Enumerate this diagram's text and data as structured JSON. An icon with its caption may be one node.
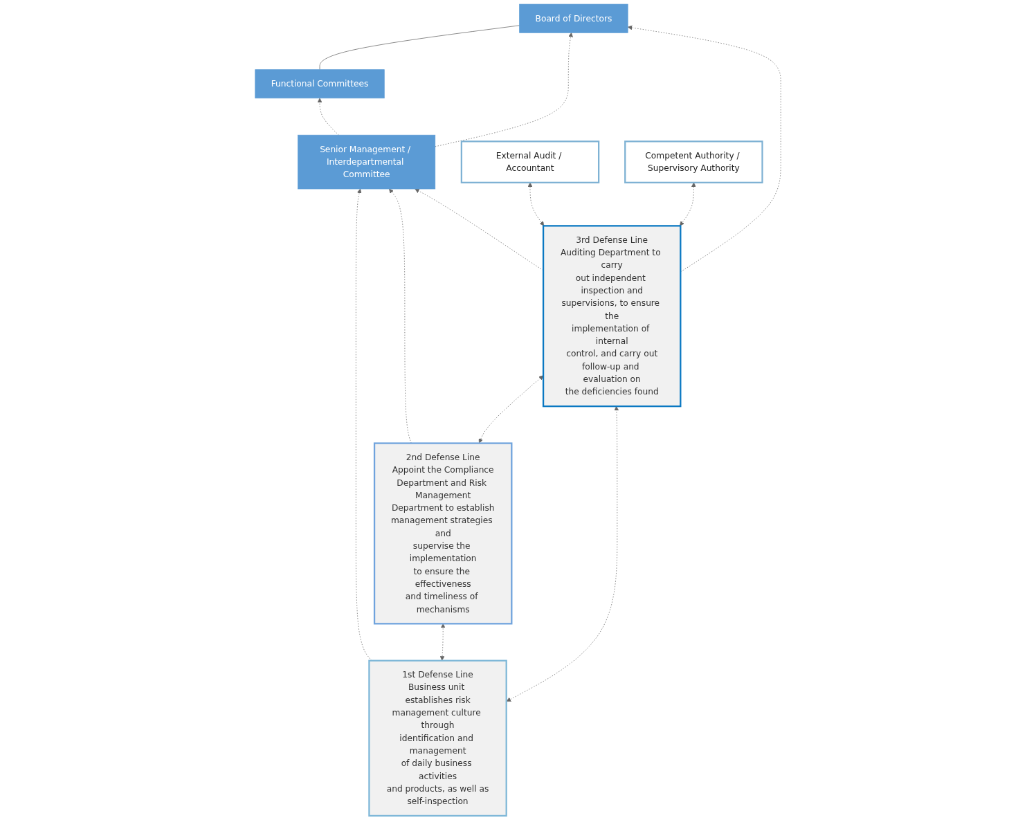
{
  "diagram": {
    "nodes": [
      {
        "text": [
          "Functional Committees"
        ]
      },
      {
        "text": [
          "Board of Directors"
        ]
      },
      {
        "text": [
          "Senior Management / Interdepartmental Committee"
        ]
      },
      {
        "text": [
          "1st Defense Line",
          "Business unit establishes risk management culture through identification and management of daily business activities and products, as well as self-inspection"
        ]
      },
      {
        "text": [
          "2nd Defense Line",
          "Appoint the Compliance Department and Risk Management Department to establish management strategies and supervise the implementation to ensure the effectiveness and timeliness of mechanisms"
        ]
      },
      {
        "text": [
          "3rd Defense Line",
          "Auditing Department to carry out independent inspection and supervisions, to ensure the implementation of internal control, and carry out follow-up and evaluation on the deficiencies found"
        ]
      },
      {
        "text": [
          "External Audit / Accountant"
        ]
      },
      {
        "text": [
          "Competent Authority / Supervisory Authority"
        ]
      }
    ],
    "edges": [
      {
        "from": 0,
        "to": 1,
        "arrow": "none"
      },
      {
        "from": 2,
        "to": 0,
        "arrow": "to",
        "style": "dashed"
      },
      {
        "from": 2,
        "to": 1,
        "arrow": "to",
        "style": "dashed"
      },
      {
        "from": 3,
        "to": 2,
        "arrow": "to",
        "style": "dashed"
      },
      {
        "from": 4,
        "to": 2,
        "arrow": "to",
        "style": "dashed"
      },
      {
        "from": 5,
        "to": 2,
        "arrow": "to",
        "style": "dashed"
      },
      {
        "from": 5,
        "to": 1,
        "arrow": "to",
        "style": "dashed"
      },
      {
        "from": 3,
        "to": 4,
        "arrow": "both",
        "style": "dashed"
      },
      {
        "from": 4,
        "to": 5,
        "arrow": "both",
        "style": "dashed"
      },
      {
        "from": 3,
        "to": 5,
        "arrow": "both",
        "style": "dashed"
      },
      {
        "from": 5,
        "to": 6,
        "arrow": "both",
        "style": "dashed"
      },
      {
        "from": 5,
        "to": 7,
        "arrow": "both",
        "style": "dashed"
      }
    ]
  }
}
